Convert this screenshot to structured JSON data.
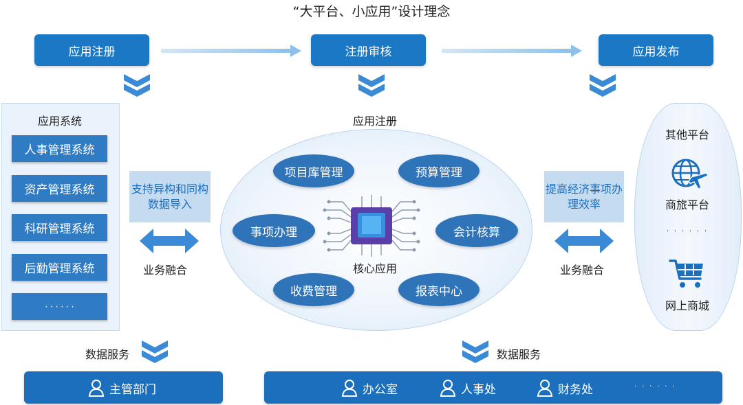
{
  "title": "“大平台、小应用”设计理念",
  "flow": {
    "step1": "应用注册",
    "step2": "注册审核",
    "step3": "应用发布"
  },
  "left": {
    "heading": "应用系统",
    "items": [
      "人事管理系统",
      "资产管理系统",
      "科研管理系统",
      "后勤管理系统",
      "· · · · · ·"
    ],
    "note": "支持异构和同构数据导入",
    "merge_label": "业务融合",
    "data_service": "数据服务"
  },
  "center": {
    "heading": "应用注册",
    "core_label": "核心应用",
    "modules": [
      "项目库管理",
      "预算管理",
      "事项办理",
      "会计核算",
      "收费管理",
      "报表中心"
    ],
    "data_service": "数据服务"
  },
  "right": {
    "note": "提高经济事项办理效率",
    "merge_label": "业务融合",
    "heading": "其他平台",
    "item1": "商旅平台",
    "ellipsis": "· · · · · ·",
    "item2": "网上商城"
  },
  "bottom": {
    "left_label": "主管部门",
    "right_items": [
      "办公室",
      "人事处",
      "财务处"
    ],
    "right_ellipsis": "· · · · · ·"
  },
  "colors": {
    "primary": "#1b78c5",
    "pill": "#2f73b8",
    "light": "#c5dcf0",
    "chevron": "#3a8ad6"
  },
  "icons": [
    "chevron-down-double-icon",
    "arrow-right-icon",
    "double-arrow-icon",
    "chip-icon",
    "globe-plane-icon",
    "cart-icon",
    "user-icon"
  ]
}
